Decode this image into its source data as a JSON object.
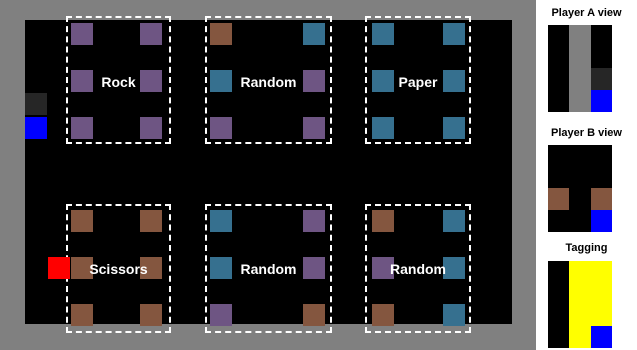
{
  "colors": {
    "wall": "#808080",
    "floor": "#000000",
    "purple": "#6e5583",
    "brown": "#84563f",
    "teal": "#36708f",
    "player_a": "#0000ff",
    "player_b": "#ff0000",
    "dark_cell": "#262626",
    "tag_beam": "#ffff00"
  },
  "zones": [
    {
      "label": "Rock"
    },
    {
      "label": "Random"
    },
    {
      "label": "Paper"
    },
    {
      "label": "Scissors"
    },
    {
      "label": "Random"
    },
    {
      "label": "Random"
    }
  ],
  "views": {
    "player_a_title": "Player A view",
    "player_b_title": "Player B view",
    "tagging_title": "Tagging"
  }
}
